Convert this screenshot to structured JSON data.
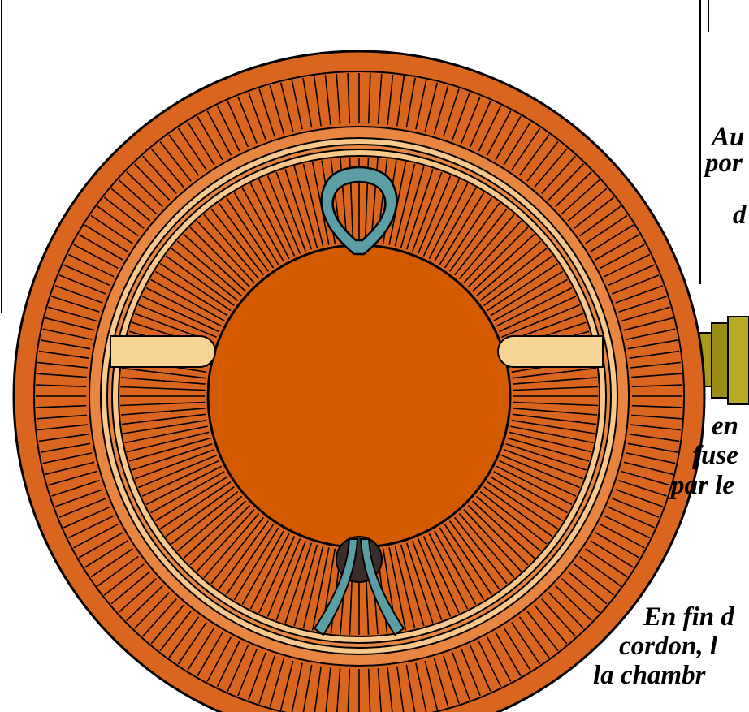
{
  "colors": {
    "outer_ring": "#d9651e",
    "rim_band": "#e88540",
    "pale_ring": "#f8c98a",
    "center_disc": "#d45a00",
    "pin": "#f5d495",
    "clip": "#5b9ea3",
    "hole": "#3b2e2a",
    "nozzle": "#a89a1a",
    "line": "#000000"
  },
  "captions": {
    "line_1": "Au",
    "line_2": "por",
    "line_3": "d",
    "line_4": "en",
    "line_5": "fuse",
    "line_6": "par le",
    "line_7": "En fin d",
    "line_8": "cordon, l",
    "line_9": "la chambr"
  },
  "parts": {
    "clip_top": "spring-clip-icon",
    "clip_bottom": "spring-clip-icon",
    "pin_left": "pin-icon",
    "pin_right": "pin-icon",
    "nozzle": "nozzle-icon"
  }
}
